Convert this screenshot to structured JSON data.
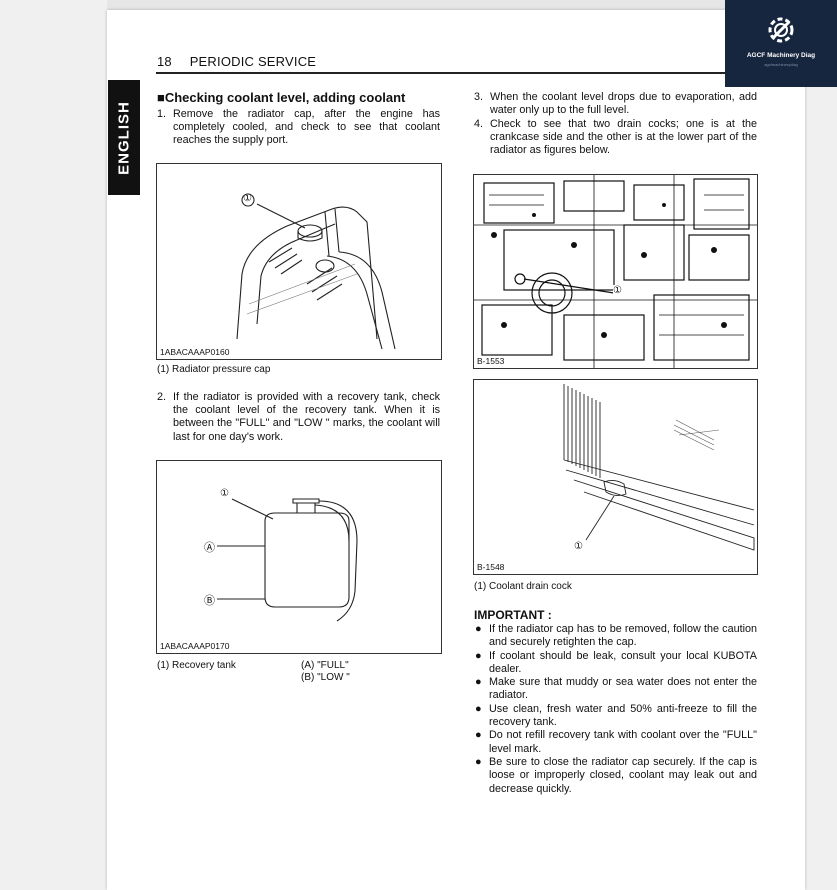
{
  "header": {
    "page_number": "18",
    "section": "PERIODIC SERVICE"
  },
  "language_tab": "ENGLISH",
  "logo": {
    "name": "AGCF Machinery Diag",
    "tagline": "agcfmachinerydiag"
  },
  "section_title": "■Checking coolant level, adding coolant",
  "steps": [
    {
      "num": "1.",
      "text": "Remove the radiator cap, after the engine has completely cooled, and check to see that coolant reaches the supply port."
    },
    {
      "num": "2.",
      "text": "If the radiator is provided with a recovery tank, check the coolant level of the recovery tank. When it is between the \"FULL\" and \"LOW \" marks, the coolant will last for one day's work."
    },
    {
      "num": "3.",
      "text": "When the coolant level drops due to evaporation, add water only up to the full level."
    },
    {
      "num": "4.",
      "text": "Check to see that two drain cocks; one is at the crankcase side and the other is at the lower part of the radiator as figures below."
    }
  ],
  "figures": {
    "radiator": {
      "code": "1ABACAAAP0160",
      "callout": "①",
      "caption": "(1) Radiator pressure cap"
    },
    "tank": {
      "code": "1ABACAAAP0170",
      "callout": "①",
      "callout_a": "Ⓐ",
      "callout_b": "Ⓑ",
      "caption": "(1) Recovery tank",
      "label_a": "(A) \"FULL\"",
      "label_b": "(B) \"LOW \""
    },
    "engine": {
      "code": "B-1553",
      "callout": "①"
    },
    "drain": {
      "code": "B-1548",
      "callout": "①",
      "caption": "(1) Coolant drain cock"
    }
  },
  "important": {
    "title": "IMPORTANT :",
    "items": [
      "If the radiator cap has to be removed, follow the caution and securely retighten the cap.",
      "If coolant should be leak, consult your local KUBOTA dealer.",
      "Make sure that muddy or sea water does not enter the radiator.",
      "Use clean, fresh water and 50% anti-freeze to fill the recovery tank.",
      "Do not refill recovery tank with coolant over the \"FULL\" level mark.",
      "Be sure to close the radiator cap securely. If the cap is loose or improperly closed, coolant may leak out and decrease quickly."
    ]
  }
}
